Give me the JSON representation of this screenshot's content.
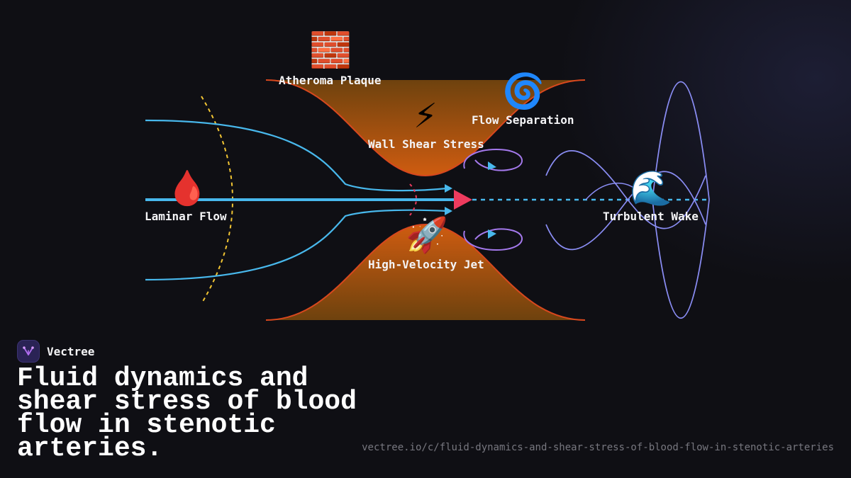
{
  "diagram": {
    "labels": {
      "plaque": "Atheroma Plaque",
      "separation": "Flow Separation",
      "shear": "Wall Shear Stress",
      "laminar": "Laminar Flow",
      "wake": "Turbulent Wake",
      "jet": "High-Velocity Jet"
    },
    "icons": {
      "plaque": "brick-icon",
      "separation": "cyclone-icon",
      "shear": "lightning-icon",
      "laminar": "blood-drop-icon",
      "wake": "wave-icon",
      "jet": "rocket-icon"
    },
    "icon_glyphs": {
      "plaque": "🧱",
      "separation": "🌀",
      "shear": "⚡",
      "laminar": "🩸",
      "wake": "🌊",
      "jet": "🚀"
    },
    "colors": {
      "vessel_wall": "#c8173f",
      "plaque_fill": "#b85a12",
      "plaque_stroke": "#d8481e",
      "flow_line": "#48b8ec",
      "velocity_profile": "#f2c533",
      "vortex": "#a479ec",
      "wake": "#8a8df4",
      "jet_head": "#ee3b5e"
    }
  },
  "brand": {
    "name": "Vectree",
    "logo_icon": "vectree-logo-icon"
  },
  "title": "Fluid dynamics and shear stress of blood flow in stenotic arteries.",
  "url": "vectree.io/c/fluid-dynamics-and-shear-stress-of-blood-flow-in-stenotic-arteries"
}
